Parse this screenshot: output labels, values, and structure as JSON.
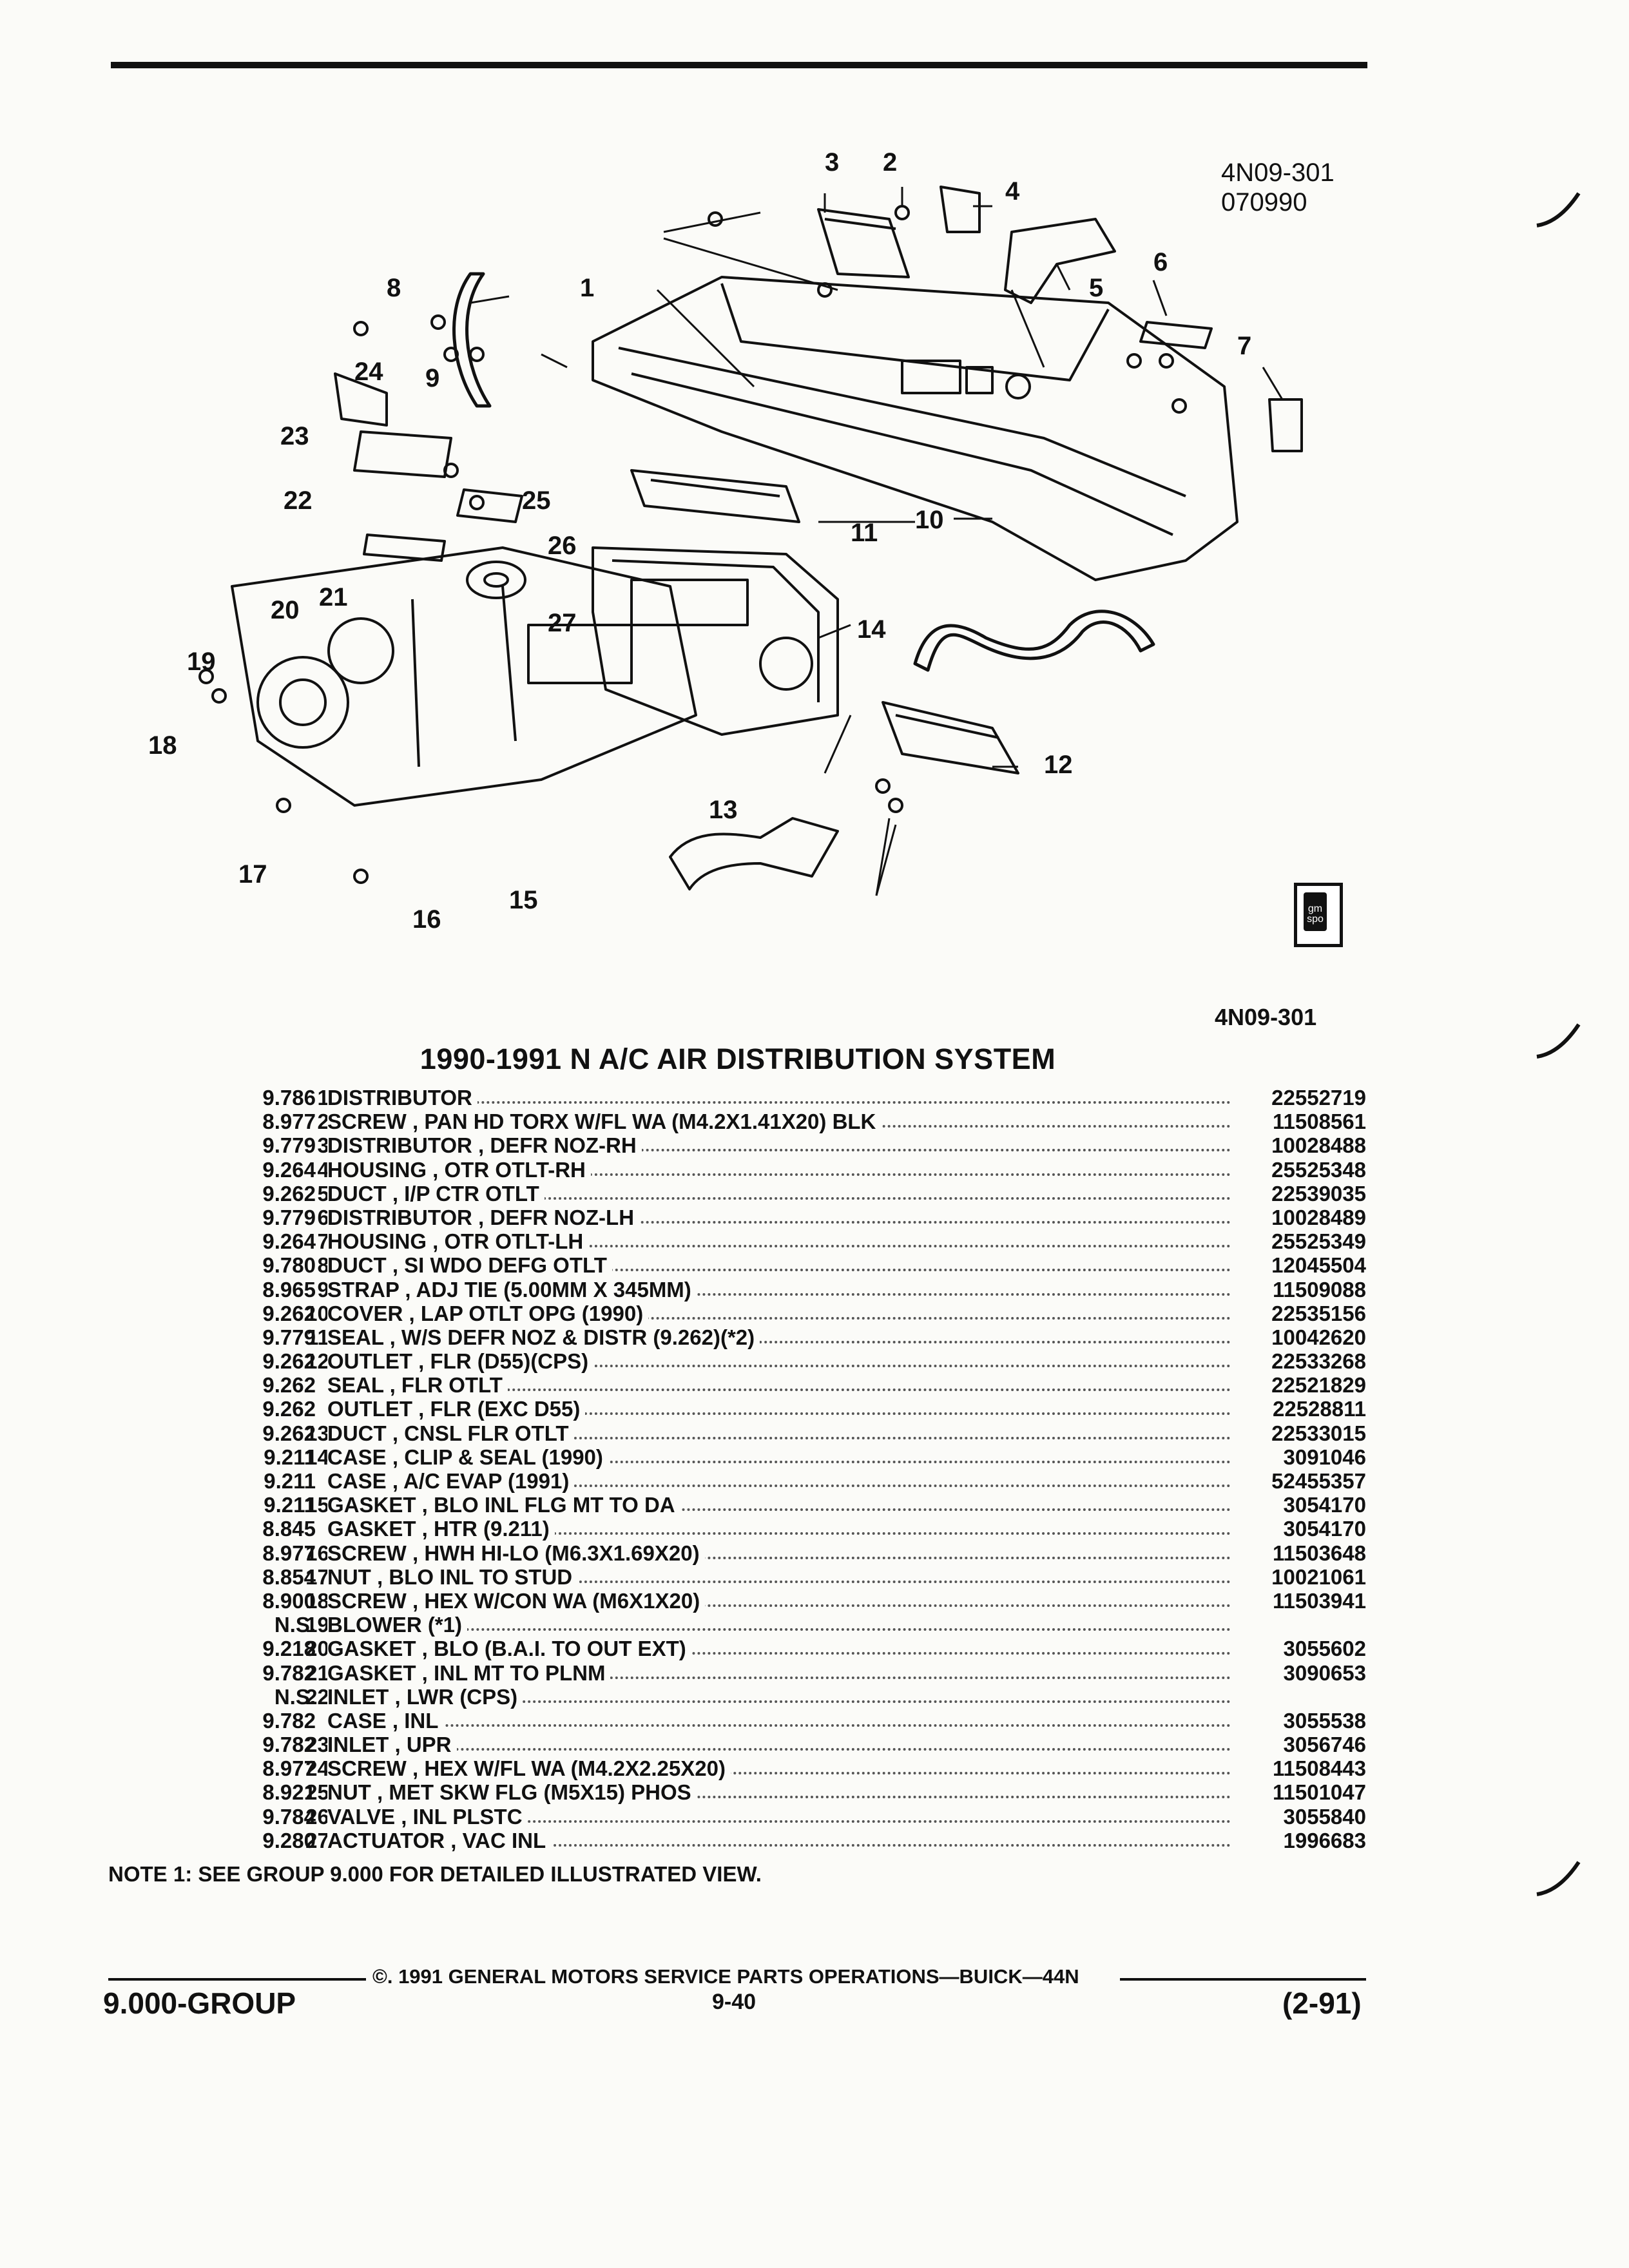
{
  "figure_code_top": [
    "4N09-301",
    "070990"
  ],
  "figure_code_bottom": "4N09-301",
  "badge_text": "gm spo",
  "callouts": [
    "1",
    "2",
    "3",
    "4",
    "5",
    "6",
    "7",
    "8",
    "9",
    "10",
    "11",
    "12",
    "13",
    "14",
    "15",
    "16",
    "17",
    "18",
    "19",
    "20",
    "21",
    "22",
    "23",
    "24",
    "25",
    "26",
    "27"
  ],
  "title": "1990-1991 N A/C AIR DISTRIBUTION SYSTEM",
  "parts": [
    {
      "num": "1.",
      "group": "9.786",
      "desc": "DISTRIBUTOR",
      "pn": "22552719"
    },
    {
      "num": "2.",
      "group": "8.977",
      "desc": "SCREW , PAN HD TORX W/FL WA (M4.2X1.41X20) BLK",
      "pn": "11508561"
    },
    {
      "num": "3.",
      "group": "9.779",
      "desc": "DISTRIBUTOR , DEFR NOZ-RH",
      "pn": "10028488"
    },
    {
      "num": "4.",
      "group": "9.264",
      "desc": "HOUSING , OTR OTLT-RH",
      "pn": "25525348"
    },
    {
      "num": "5.",
      "group": "9.262",
      "desc": "DUCT , I/P CTR OTLT",
      "pn": "22539035"
    },
    {
      "num": "6.",
      "group": "9.779",
      "desc": "DISTRIBUTOR , DEFR NOZ-LH",
      "pn": "10028489"
    },
    {
      "num": "7.",
      "group": "9.264",
      "desc": "HOUSING , OTR OTLT-LH",
      "pn": "25525349"
    },
    {
      "num": "8.",
      "group": "9.780",
      "desc": "DUCT , SI WDO DEFG OTLT",
      "pn": "12045504"
    },
    {
      "num": "9.",
      "group": "8.965",
      "desc": "STRAP , ADJ TIE (5.00MM X 345MM)",
      "pn": "11509088"
    },
    {
      "num": "10.",
      "group": "9.262",
      "desc": "COVER , LAP OTLT OPG (1990)",
      "pn": "22535156"
    },
    {
      "num": "11.",
      "group": "9.779",
      "desc": "SEAL , W/S DEFR NOZ & DISTR (9.262)(*2)",
      "pn": "10042620"
    },
    {
      "num": "12.",
      "group": "9.262",
      "desc": "OUTLET , FLR (D55)(CPS)",
      "pn": "22533268"
    },
    {
      "num": "",
      "group": "9.262",
      "desc": "SEAL , FLR OTLT",
      "pn": "22521829"
    },
    {
      "num": "",
      "group": "9.262",
      "desc": "OUTLET , FLR (EXC D55)",
      "pn": "22528811"
    },
    {
      "num": "13.",
      "group": "9.262",
      "desc": "DUCT , CNSL FLR OTLT",
      "pn": "22533015"
    },
    {
      "num": "14.",
      "group": "9.211",
      "desc": "CASE , CLIP & SEAL (1990)",
      "pn": "3091046"
    },
    {
      "num": "",
      "group": "9.211",
      "desc": "CASE , A/C EVAP (1991)",
      "pn": "52455357"
    },
    {
      "num": "15.",
      "group": "9.211",
      "desc": "GASKET , BLO INL FLG MT TO DA",
      "pn": "3054170"
    },
    {
      "num": "",
      "group": "8.845",
      "desc": "GASKET , HTR (9.211)",
      "pn": "3054170"
    },
    {
      "num": "16.",
      "group": "8.977",
      "desc": "SCREW , HWH HI-LO (M6.3X1.69X20)",
      "pn": "11503648"
    },
    {
      "num": "17.",
      "group": "8.854",
      "desc": "NUT , BLO INL TO STUD",
      "pn": "10021061"
    },
    {
      "num": "18.",
      "group": "8.900",
      "desc": "SCREW , HEX W/CON WA (M6X1X20)",
      "pn": "11503941"
    },
    {
      "num": "19.",
      "group": "N.S.",
      "desc": "BLOWER (*1)",
      "pn": ""
    },
    {
      "num": "20.",
      "group": "9.218",
      "desc": "GASKET , BLO (B.A.I. TO OUT EXT)",
      "pn": "3055602"
    },
    {
      "num": "21.",
      "group": "9.782",
      "desc": "GASKET , INL MT TO PLNM",
      "pn": "3090653"
    },
    {
      "num": "22.",
      "group": "N.S.",
      "desc": "INLET , LWR (CPS)",
      "pn": ""
    },
    {
      "num": "",
      "group": "9.782",
      "desc": "CASE , INL",
      "pn": "3055538"
    },
    {
      "num": "23.",
      "group": "9.782",
      "desc": "INLET , UPR",
      "pn": "3056746"
    },
    {
      "num": "24.",
      "group": "8.977",
      "desc": "SCREW , HEX W/FL WA (M4.2X2.25X20)",
      "pn": "11508443"
    },
    {
      "num": "25.",
      "group": "8.921",
      "desc": "NUT , MET SKW FLG (M5X15) PHOS",
      "pn": "11501047"
    },
    {
      "num": "26.",
      "group": "9.784",
      "desc": "VALVE , INL PLSTC",
      "pn": "3055840"
    },
    {
      "num": "27.",
      "group": "9.280",
      "desc": "ACTUATOR , VAC INL",
      "pn": "1996683"
    }
  ],
  "note": "NOTE  1:  SEE GROUP 9.000 FOR DETAILED ILLUSTRATED VIEW.",
  "footer": {
    "copyright": "©. 1991 GENERAL MOTORS SERVICE PARTS OPERATIONS—BUICK—44N",
    "group": "9.000-GROUP",
    "page": "9-40",
    "date": "(2-91)"
  }
}
